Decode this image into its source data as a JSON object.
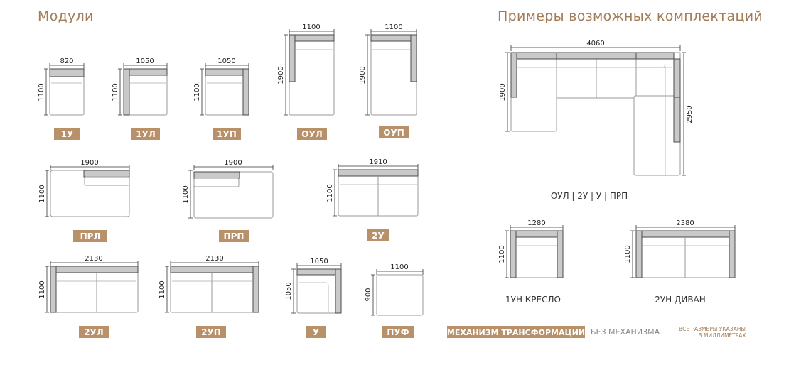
{
  "headings": {
    "modules": "Модули",
    "examples": "Примеры возможных комплектаций"
  },
  "modules": [
    {
      "code": "1У",
      "width": "820",
      "depth": "1100"
    },
    {
      "code": "1УЛ",
      "width": "1050",
      "depth": "1100"
    },
    {
      "code": "1УП",
      "width": "1050",
      "depth": "1100"
    },
    {
      "code": "ОУЛ",
      "width": "1100",
      "depth": "1900"
    },
    {
      "code": "ОУП",
      "width": "1100",
      "depth": "1900"
    },
    {
      "code": "ПРЛ",
      "width": "1900",
      "depth": "1100"
    },
    {
      "code": "ПРП",
      "width": "1900",
      "depth": "1100"
    },
    {
      "code": "2У",
      "width": "1910",
      "depth": "1100"
    },
    {
      "code": "2УЛ",
      "width": "2130",
      "depth": "1100"
    },
    {
      "code": "2УП",
      "width": "2130",
      "depth": "1100"
    },
    {
      "code": "У",
      "width": "1050",
      "depth": "1050"
    },
    {
      "code": "ПУФ",
      "width": "1100",
      "depth": "900"
    }
  ],
  "examples": [
    {
      "caption": "ОУЛ | 2У | У | ПРП",
      "width": "4060",
      "depth": "1900",
      "depth2": "2950"
    },
    {
      "caption": "1УН КРЕСЛО",
      "width": "1280",
      "depth": "1100"
    },
    {
      "caption": "2УН ДИВАН",
      "width": "2380",
      "depth": "1100"
    }
  ],
  "legend": {
    "mechanism": "МЕХАНИЗМ ТРАНСФОРМАЦИИ",
    "no_mechanism": "БЕЗ МЕХАНИЗМА",
    "note_line1": "ВСЕ РАЗМЕРЫ УКАЗАНЫ",
    "note_line2": "В МИЛЛИМЕТРАХ"
  },
  "colors": {
    "brand": "#a27c55",
    "badge": "#b8906a",
    "frame": "#c9c9c9"
  }
}
